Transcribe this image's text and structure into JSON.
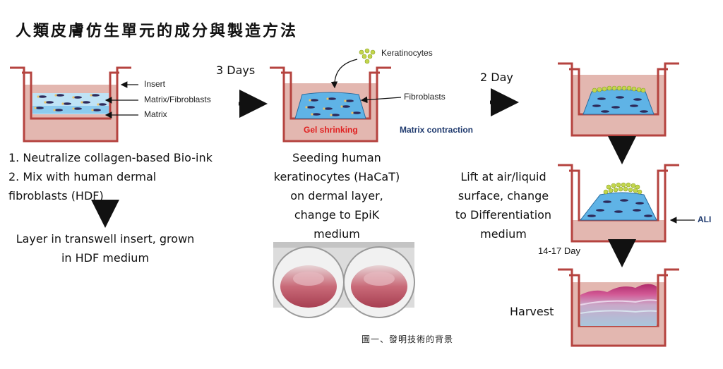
{
  "title": "人類皮膚仿生單元的成分與製造方法",
  "step1": {
    "line1": "1. Neutralize collagen-based Bio-ink",
    "line2": "2. Mix with human dermal",
    "line3": "fibroblasts (HDF)",
    "result1": "Layer in transwell insert, grown",
    "result2": "in HDF medium"
  },
  "labels": {
    "insert": "Insert",
    "matrix_fibroblasts": "Matrix/Fibroblasts",
    "matrix": "Matrix",
    "keratinocytes": "Keratinocytes",
    "fibroblasts": "Fibroblasts",
    "gel_shrinking": "Gel shrinking",
    "matrix_contraction": "Matrix contraction",
    "ali": "ALI"
  },
  "times": {
    "t1": "3 Days",
    "t2": "2 Day",
    "t3": "14-17 Day"
  },
  "step2": {
    "line1": "Seeding human",
    "line2": "keratinocytes (HaCaT)",
    "line3": "on dermal layer,",
    "line4": "change to EpiK",
    "line5": "medium"
  },
  "step3": {
    "line1": "Lift at air/liquid",
    "line2": "surface, change",
    "line3": "to Differentiation",
    "line4": "medium"
  },
  "harvest": "Harvest",
  "caption": "圖一、發明技術的背景",
  "colors": {
    "wall": "#b5433f",
    "medium": "#e3b7b0",
    "gel": "#5fb3e6",
    "cell": "#2d2a5a",
    "keratinocyte": "#c3d64a",
    "red_label": "#e02020",
    "blue_label": "#1f3a6e"
  }
}
